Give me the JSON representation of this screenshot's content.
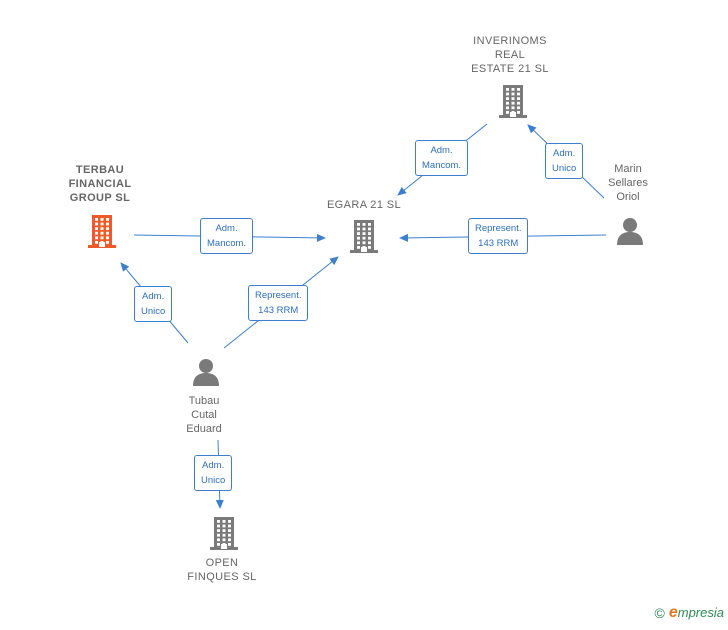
{
  "nodes": {
    "terbau": {
      "lines": [
        "TERBAU",
        "FINANCIAL",
        "GROUP  SL"
      ],
      "type": "company",
      "color": "#f05a28"
    },
    "egara": {
      "lines": [
        "EGARA 21  SL"
      ],
      "type": "company",
      "color": "#7a7a7a"
    },
    "inverinoms": {
      "lines": [
        "INVERINOMS",
        "REAL",
        "ESTATE 21  SL"
      ],
      "type": "company",
      "color": "#7a7a7a"
    },
    "open": {
      "lines": [
        "OPEN",
        "FINQUES SL"
      ],
      "type": "company",
      "color": "#7a7a7a"
    },
    "tubau": {
      "lines": [
        "Tubau",
        "Cutal",
        "Eduard"
      ],
      "type": "person",
      "color": "#7a7a7a"
    },
    "marin": {
      "lines": [
        "Marin",
        "Sellares",
        "Oriol"
      ],
      "type": "person",
      "color": "#7a7a7a"
    }
  },
  "edges": {
    "terbau_egara": [
      "Adm.",
      "Mancom."
    ],
    "egara_inverinoms": [
      "Adm.",
      "Mancom."
    ],
    "marin_inverinoms": [
      "Adm.",
      "Unico"
    ],
    "marin_egara": [
      "Represent.",
      "143 RRM"
    ],
    "tubau_terbau": [
      "Adm.",
      "Unico"
    ],
    "tubau_egara": [
      "Represent.",
      "143 RRM"
    ],
    "tubau_open": [
      "Adm.",
      "Unico"
    ]
  },
  "colors": {
    "edge": "#3d7fcf",
    "icon": "#7a7a7a",
    "highlight": "#f05a28"
  },
  "brand": {
    "copyright": "©",
    "initial": "e",
    "name": "mpresia"
  }
}
